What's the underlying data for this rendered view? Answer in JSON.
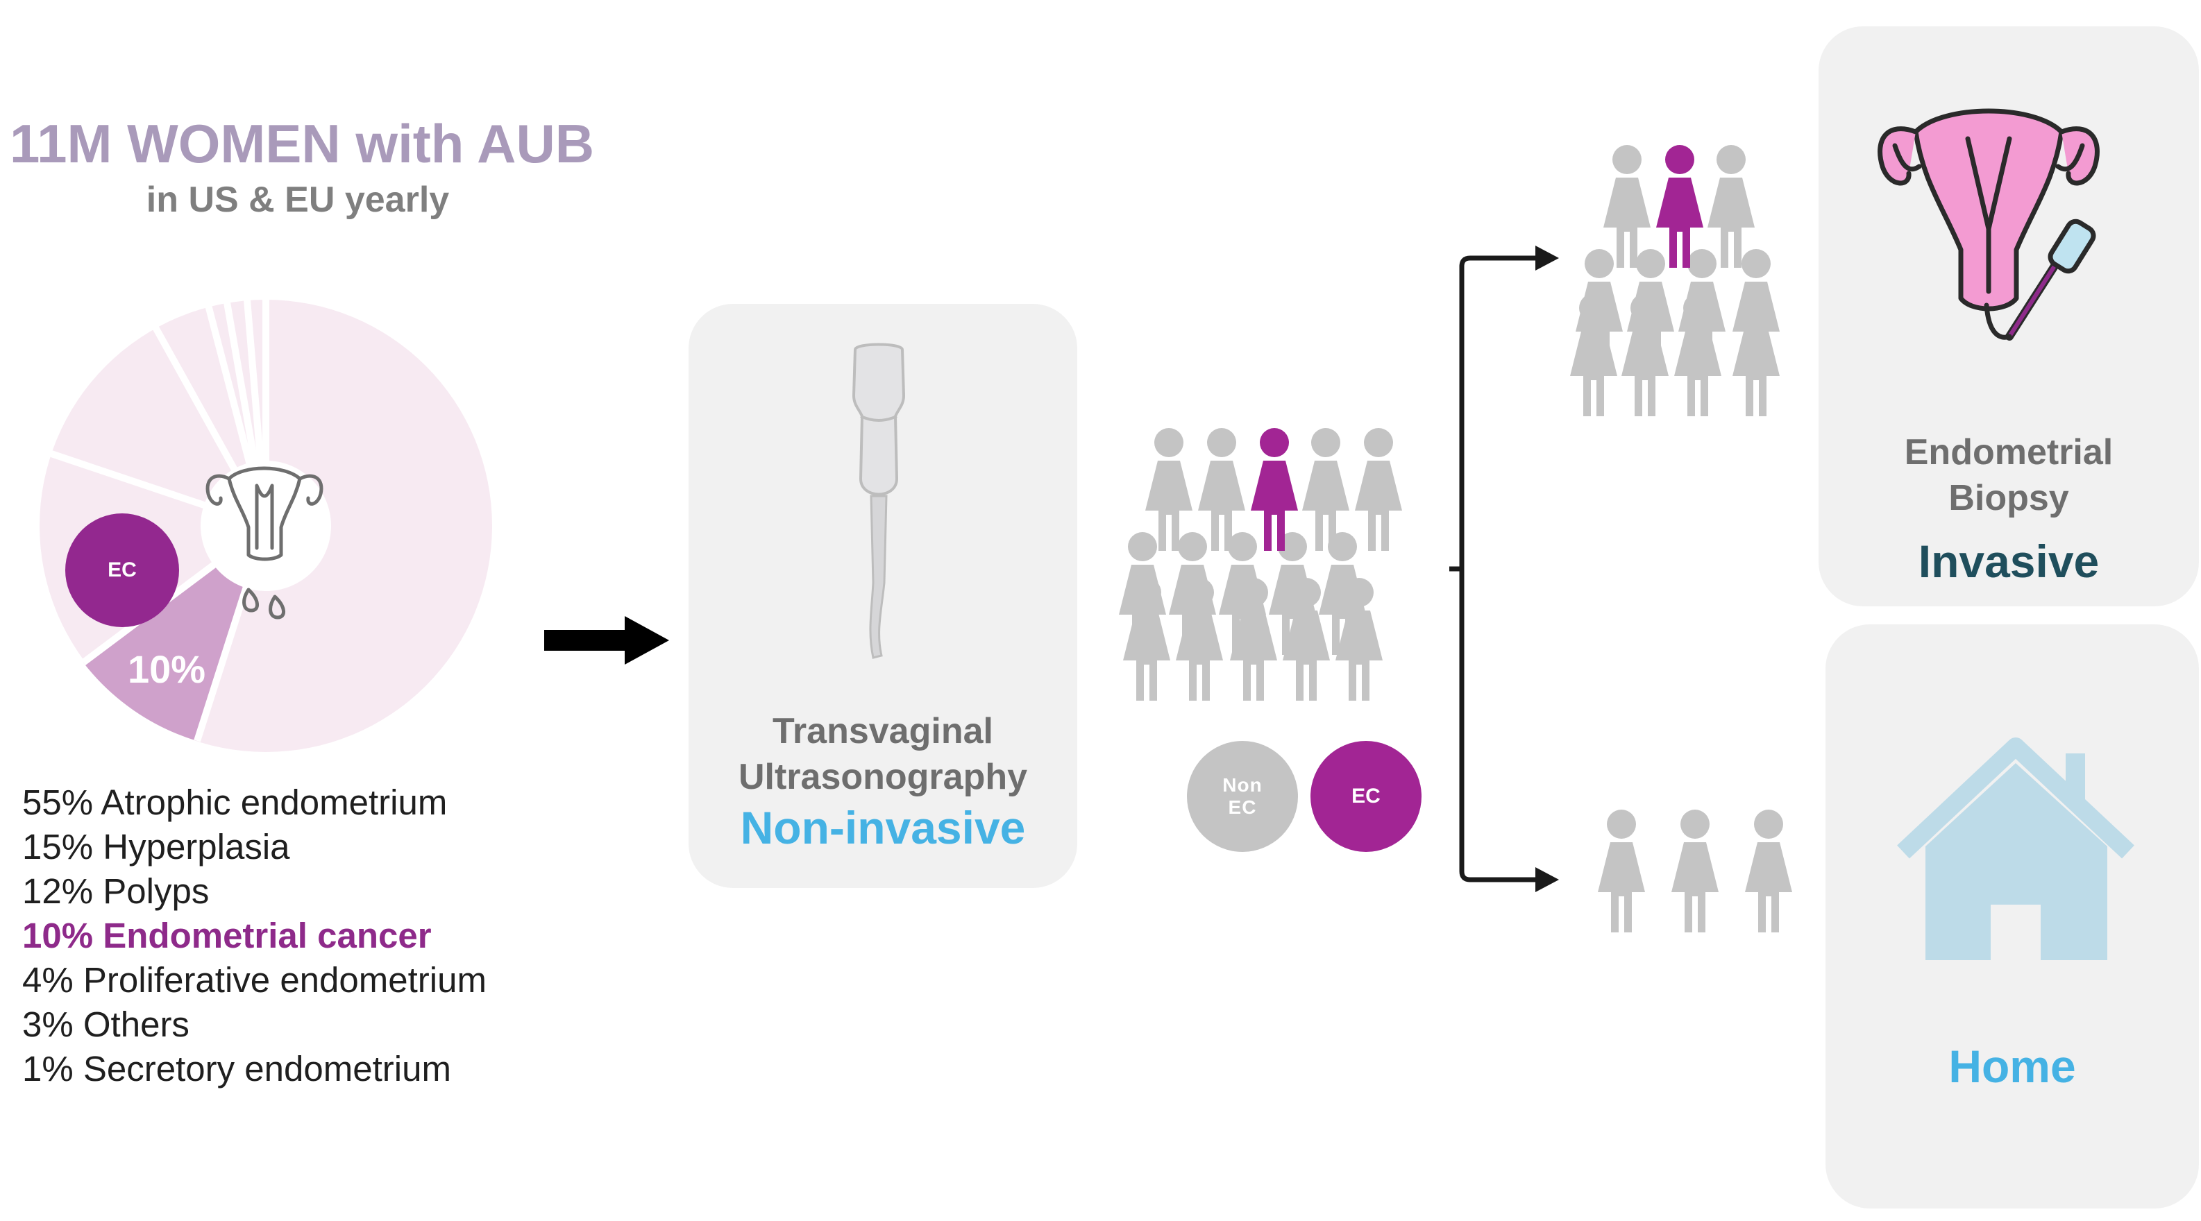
{
  "header": {
    "title": "11M WOMEN with AUB",
    "subtitle": "in US & EU yearly"
  },
  "pie": {
    "center_badge": "EC",
    "slice_label": "10%",
    "colors": {
      "main": "#f7eaf2",
      "cancer": "#cfa1cb",
      "badge": "#93288f"
    }
  },
  "legend": [
    {
      "text": "55% Atrophic endometrium",
      "highlight": false
    },
    {
      "text": "15% Hyperplasia",
      "highlight": false
    },
    {
      "text": "12% Polyps",
      "highlight": false
    },
    {
      "text": "10% Endometrial cancer",
      "highlight": true
    },
    {
      "text": "4% Proliferative endometrium",
      "highlight": false
    },
    {
      "text": "3% Others",
      "highlight": false
    },
    {
      "text": "1% Secretory endometrium",
      "highlight": false
    }
  ],
  "tvus": {
    "line1": "Transvaginal",
    "line2": "Ultrasonography",
    "mode": "Non-invasive",
    "icon": "ultrasound-probe-icon"
  },
  "population": {
    "non_ec_line1": "Non",
    "non_ec_line2": "EC",
    "ec": "EC",
    "colors": {
      "non_ec": "#c4c4c4",
      "ec": "#a22594"
    }
  },
  "biopsy": {
    "line1": "Endometrial",
    "line2": "Biopsy",
    "mode": "Invasive",
    "icon": "uterus-biopsy-icon"
  },
  "home": {
    "label": "Home",
    "icon": "house-icon"
  }
}
